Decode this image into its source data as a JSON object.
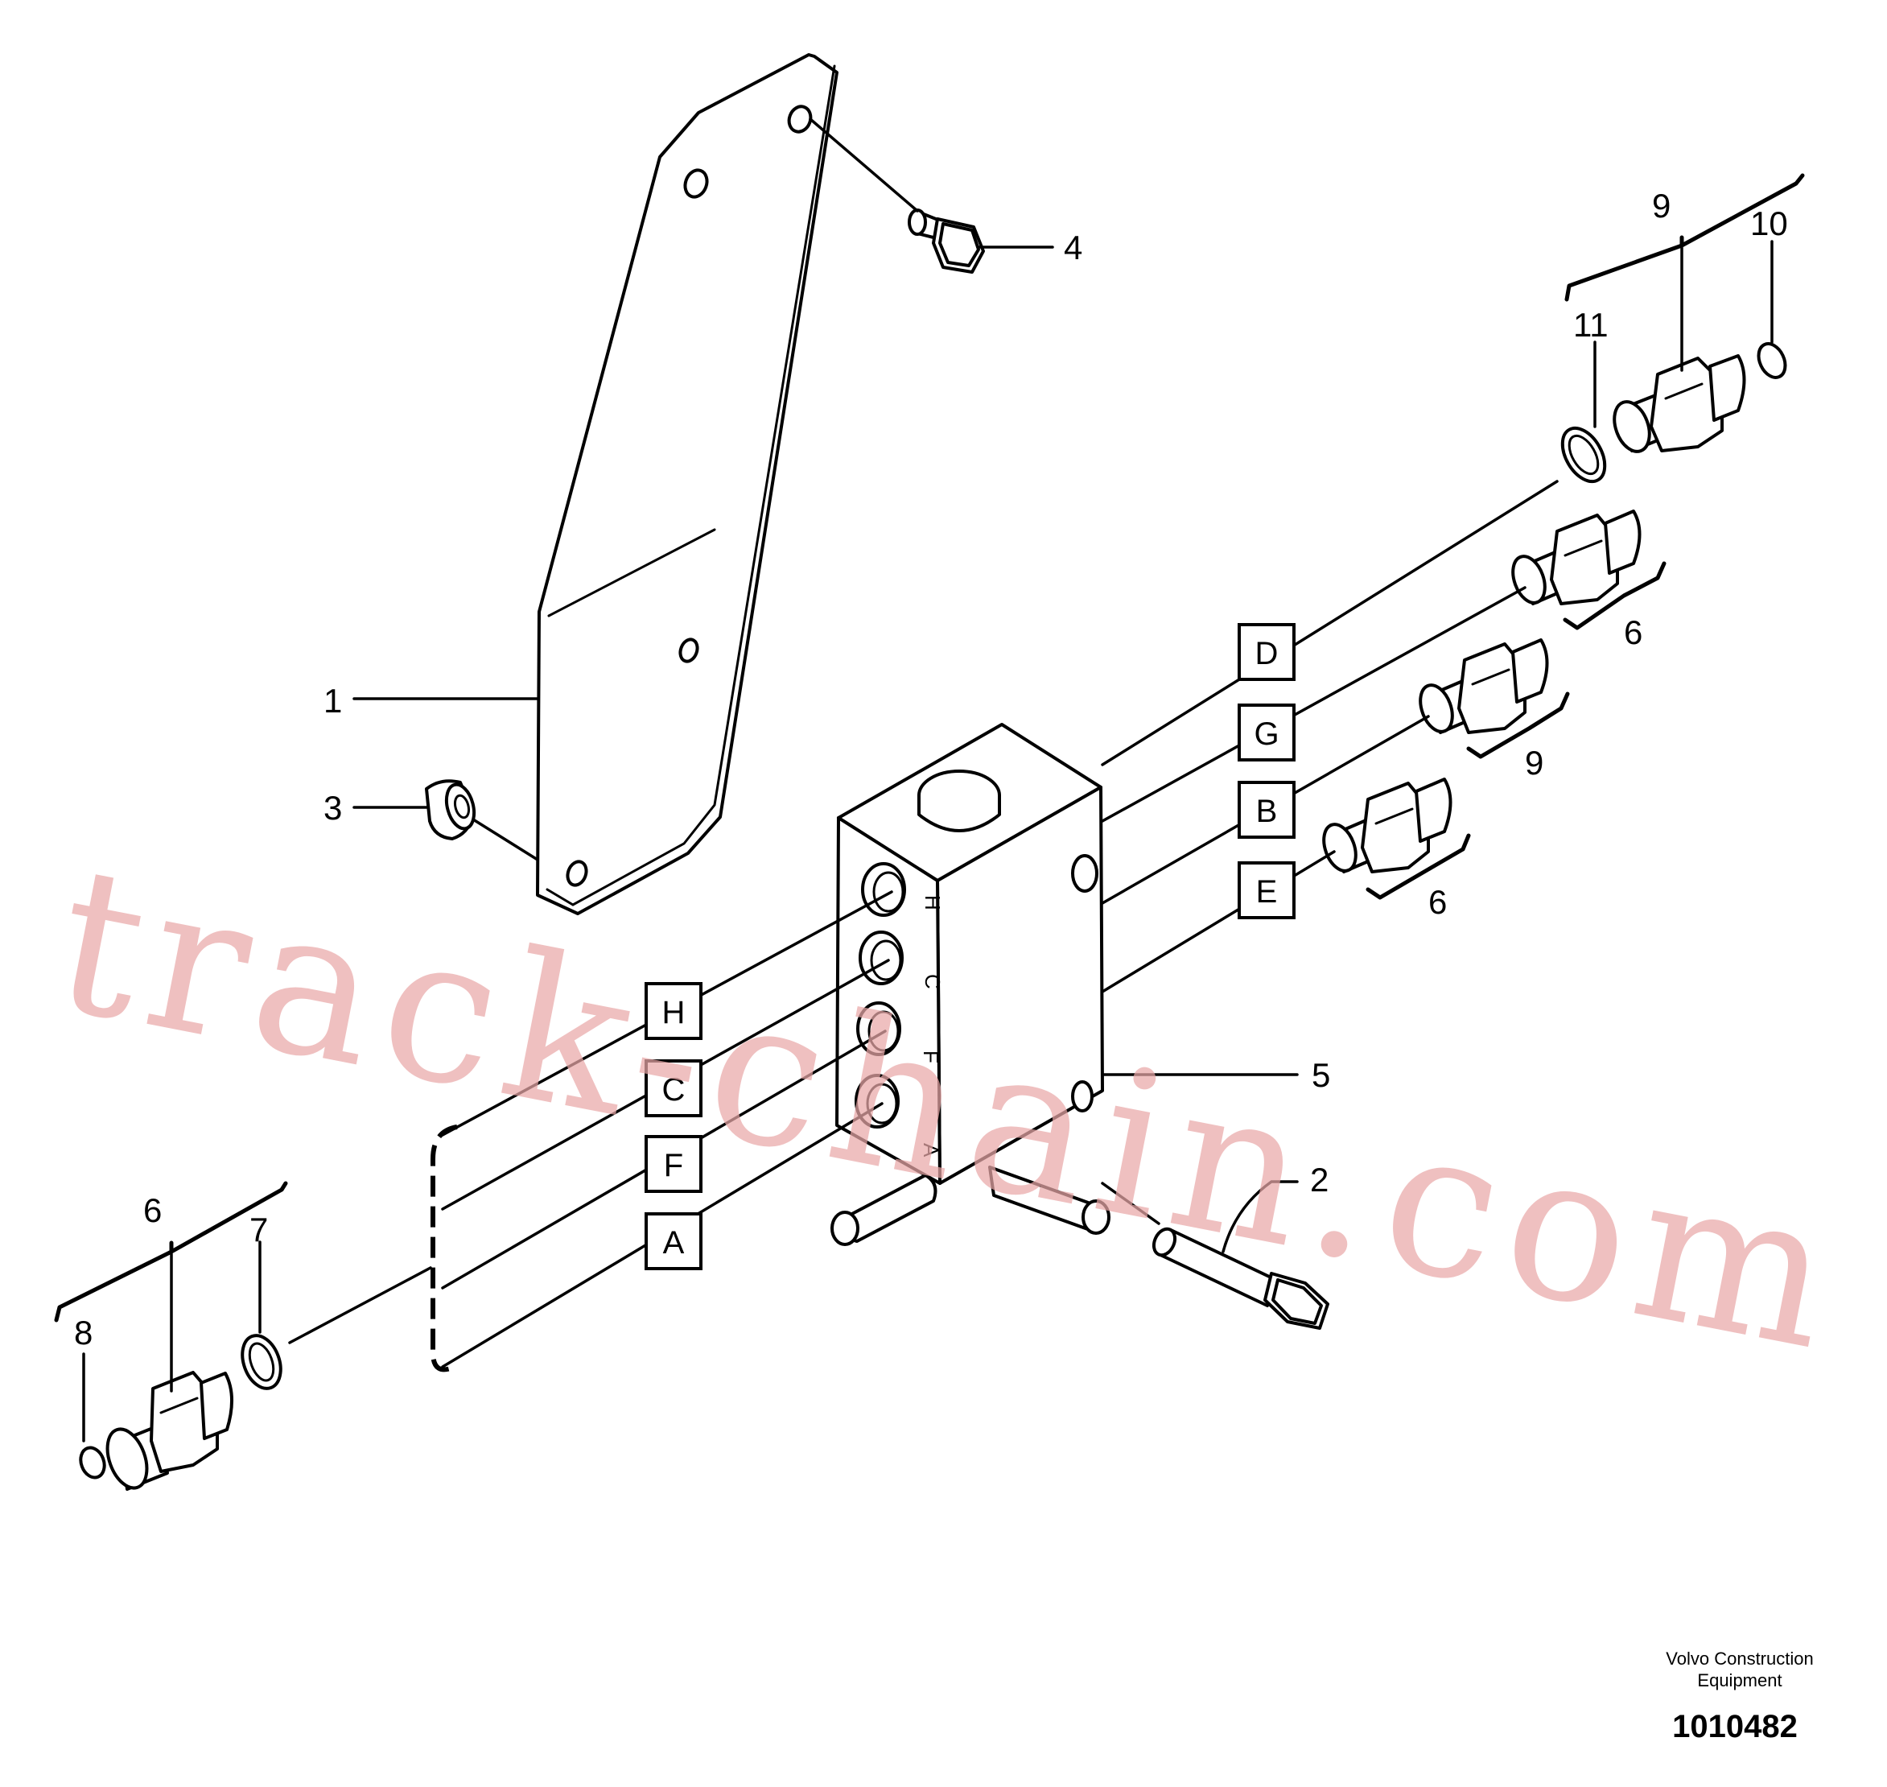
{
  "diagram": {
    "callouts": {
      "bracket": "1",
      "bolt_long": "2",
      "spacer": "3",
      "bolt_short": "4",
      "valve_block": "5",
      "nipple_right_top": "6",
      "nipple_right_mid": "9",
      "nipple_right_low": "6",
      "group_left": "6",
      "oring_left_large": "7",
      "oring_left_small": "8",
      "group_top_right": "9",
      "oring_top_right_small": "10",
      "oring_top_right_large": "11"
    },
    "port_letters": {
      "D": "D",
      "G": "G",
      "B": "B",
      "E": "E",
      "H": "H",
      "C": "C",
      "F": "F",
      "A": "A"
    },
    "block_face_letters": [
      "H",
      "C",
      "F",
      "A"
    ]
  },
  "watermark": "track-chain.com",
  "footer": {
    "company_line1": "Volvo Construction",
    "company_line2": "Equipment",
    "document_number": "1010482"
  }
}
